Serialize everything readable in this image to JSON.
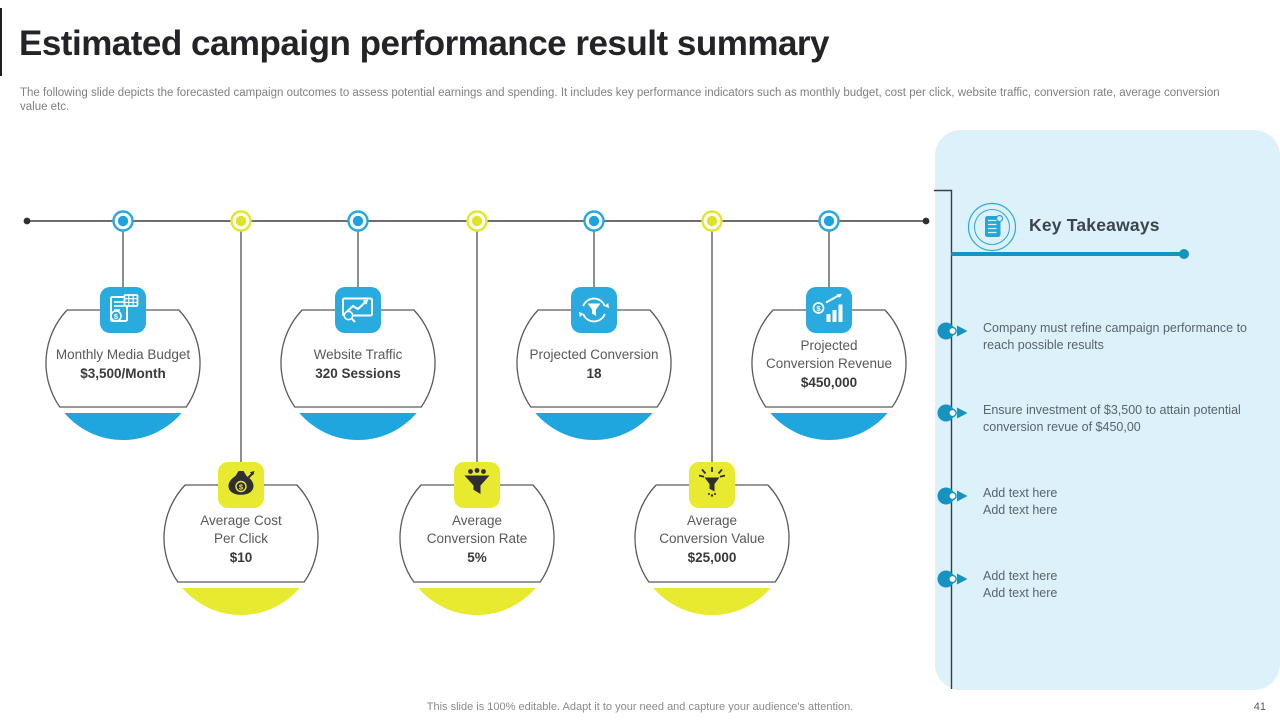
{
  "slide": {
    "title": "Estimated campaign performance result summary",
    "subtitle": "The following slide depicts the forecasted campaign outcomes to assess potential earnings and spending. It includes key performance indicators such as monthly budget, cost per click, website traffic, conversion rate, average conversion value etc.",
    "footer": "This slide is 100% editable. Adapt it to your need and capture your audience's attention.",
    "page_number": "41"
  },
  "colors": {
    "blue": "#29A8DF",
    "yellow": "#E7EA2F",
    "teal": "#1693C0",
    "panel_bg": "#DCF1FA",
    "line_dark": "#3c3c42"
  },
  "timeline": {
    "top_nodes": [
      {
        "label": "Monthly Media Budget",
        "value": "$3,500/Month",
        "icon": "budget-calculator-icon",
        "color": "blue"
      },
      {
        "label": "Website Traffic",
        "value": "320 Sessions",
        "icon": "traffic-analytics-icon",
        "color": "blue"
      },
      {
        "label": "Projected Conversion",
        "value": "18",
        "icon": "conversion-sync-funnel-icon",
        "color": "blue"
      },
      {
        "label": "Projected\nConversion Revenue",
        "value": "$450,000",
        "icon": "revenue-bars-icon",
        "color": "blue"
      }
    ],
    "bottom_nodes": [
      {
        "label": "Average Cost\nPer Click",
        "value": "$10",
        "icon": "money-bag-icon",
        "color": "yellow"
      },
      {
        "label": "Average\nConversion Rate",
        "value": "5%",
        "icon": "audience-funnel-icon",
        "color": "yellow"
      },
      {
        "label": "Average\nConversion Value",
        "value": "$25,000",
        "icon": "spark-funnel-icon",
        "color": "yellow"
      }
    ]
  },
  "key_takeaways": {
    "title": "Key Takeaways",
    "icon": "notebook-icon",
    "bullets": [
      "Company must refine campaign performance to reach possible results",
      "Ensure investment of $3,500 to attain potential conversion revue of $450,00",
      "Add text here\nAdd text here",
      "Add text here\nAdd text here"
    ]
  }
}
